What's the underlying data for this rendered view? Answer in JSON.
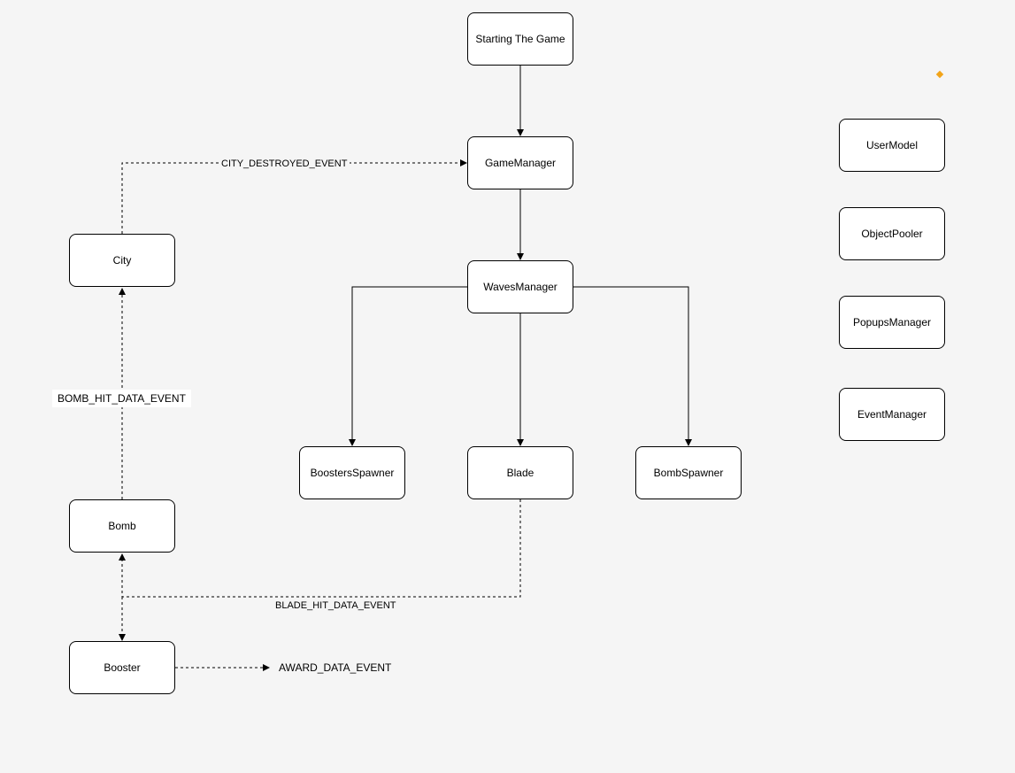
{
  "nodes": {
    "starting_the_game": "Starting The Game",
    "game_manager": "GameManager",
    "waves_manager": "WavesManager",
    "boosters_spawner": "BoostersSpawner",
    "blade": "Blade",
    "bomb_spawner": "BombSpawner",
    "city": "City",
    "bomb": "Bomb",
    "booster": "Booster",
    "user_model": "UserModel",
    "object_pooler": "ObjectPooler",
    "popups_manager": "PopupsManager",
    "event_manager": "EventManager"
  },
  "edge_labels": {
    "city_destroyed": "CITY_DESTROYED_EVENT",
    "bomb_hit_data": "BOMB_HIT_DATA_EVENT",
    "blade_hit_data": "BLADE_HIT_DATA_EVENT",
    "award_data": "AWARD_DATA_EVENT"
  },
  "colors": {
    "background": "#f5f5f5",
    "node_fill": "#ffffff",
    "stroke": "#000000",
    "marker": "#f2a419"
  },
  "icons": {
    "marker": "diamond-marker-icon"
  }
}
